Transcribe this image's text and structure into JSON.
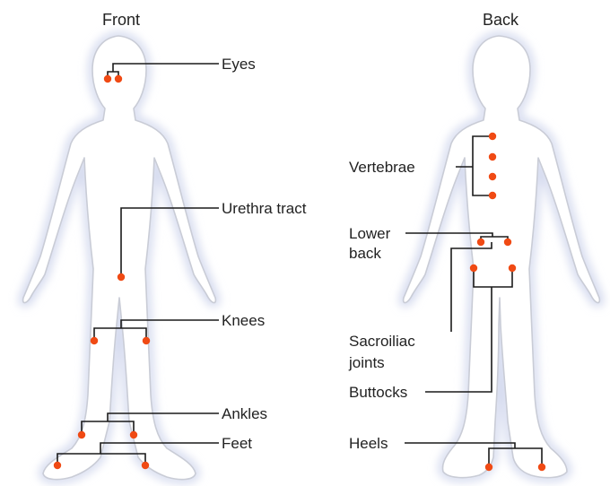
{
  "colors": {
    "marker": "#f04a14",
    "outline": "#c9ccd6",
    "glow": "#d6dbef",
    "leader": "#1a1a1a"
  },
  "front": {
    "title": "Front",
    "labels": {
      "eyes": "Eyes",
      "urethra": "Urethra tract",
      "knees": "Knees",
      "ankles": "Ankles",
      "feet": "Feet"
    }
  },
  "back": {
    "title": "Back",
    "labels": {
      "vertebrae": "Vertebrae",
      "lower_back_1": "Lower",
      "lower_back_2": "back",
      "sacroiliac_1": "Sacroiliac",
      "sacroiliac_2": "joints",
      "buttocks": "Buttocks",
      "heels": "Heels"
    }
  }
}
